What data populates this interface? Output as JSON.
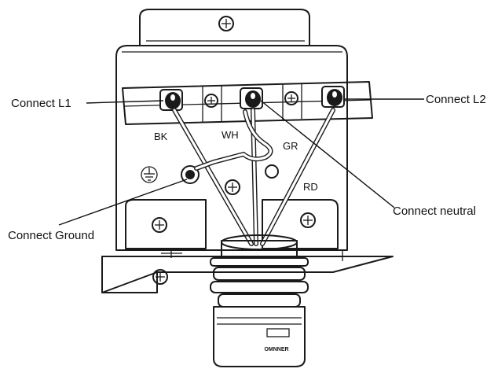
{
  "diagram": {
    "callouts": {
      "l1": "Connect L1",
      "l2": "Connect L2",
      "neutral": "Connect neutral",
      "ground": "Connect Ground"
    },
    "wire_labels": {
      "black": "BK",
      "white": "WH",
      "green": "GR",
      "red": "RD"
    },
    "product_label": "OMNNER"
  }
}
